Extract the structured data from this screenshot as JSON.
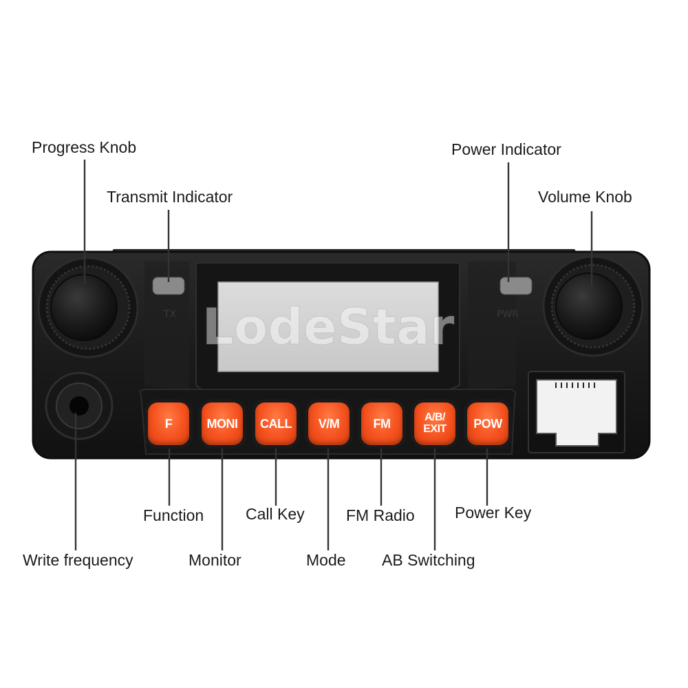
{
  "labels": {
    "progress_knob": "Progress Knob",
    "transmit_indicator": "Transmit Indicator",
    "power_indicator": "Power Indicator",
    "volume_knob": "Volume Knob",
    "function": "Function",
    "call_key": "Call Key",
    "fm_radio": "FM Radio",
    "power_key": "Power Key",
    "write_frequency": "Write frequency",
    "monitor": "Monitor",
    "mode": "Mode",
    "ab_switching": "AB Switching"
  },
  "keys": {
    "f": "F",
    "moni": "MONI",
    "call": "CALL",
    "vm": "V/M",
    "fm": "FM",
    "ab_exit": "A/B/\nEXIT",
    "pow": "POW"
  },
  "panel_marks": {
    "tx": "TX",
    "pwr": "PWR"
  },
  "watermark": "LodeStar",
  "colors": {
    "key_orange": "#f4511e",
    "body_black": "#1b1b1b",
    "lcd_gray": "#d2d2d2",
    "label_text": "#1a1a1a",
    "leader_line": "#333333"
  }
}
